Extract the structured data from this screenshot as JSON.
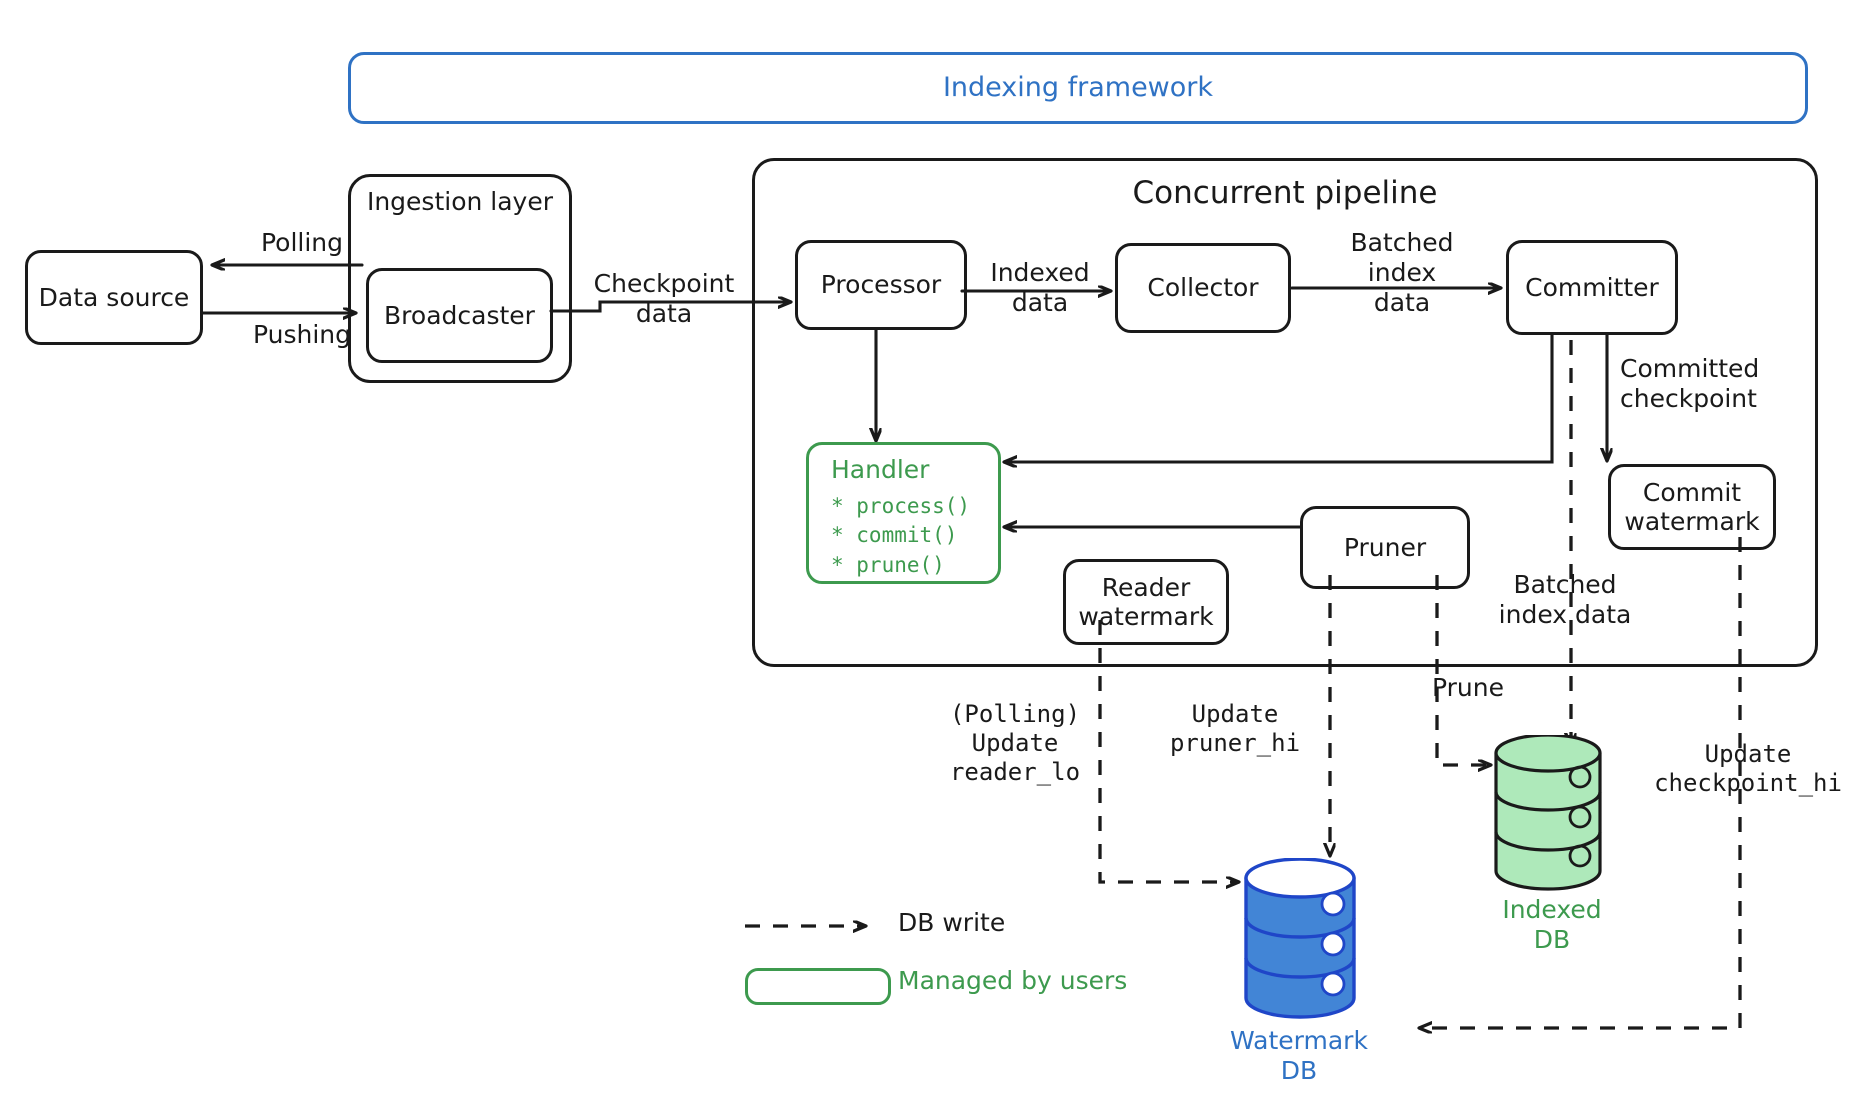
{
  "diagram": {
    "title": "Indexing framework",
    "framework_color": "#2f72c4",
    "user_managed_color": "#3d9a4e",
    "default_color": "#1a1a1a"
  },
  "nodes": {
    "framework": {
      "label": "Indexing framework"
    },
    "data_source": {
      "label": "Data source"
    },
    "ingestion_layer": {
      "label": "Ingestion layer"
    },
    "broadcaster": {
      "label": "Broadcaster"
    },
    "concurrent_pipeline": {
      "label": "Concurrent pipeline"
    },
    "processor": {
      "label": "Processor"
    },
    "collector": {
      "label": "Collector"
    },
    "committer": {
      "label": "Committer"
    },
    "commit_watermark": {
      "line1": "Commit",
      "line2": "watermark"
    },
    "reader_watermark": {
      "line1": "Reader",
      "line2": "watermark"
    },
    "pruner": {
      "label": "Pruner"
    },
    "handler": {
      "title": "Handler",
      "methods": [
        "* process()",
        "* commit()",
        "* prune()"
      ]
    },
    "indexed_db": {
      "line1": "Indexed",
      "line2": "DB",
      "fill": "#aee9ba",
      "stroke": "#1a1a1a",
      "text_color": "#3d9a4e"
    },
    "watermark_db": {
      "line1": "Watermark",
      "line2": "DB",
      "fill": "#4285d6",
      "stroke": "#1f46c8",
      "text_color": "#2f72c4"
    }
  },
  "edge_labels": {
    "polling": "Polling",
    "pushing": "Pushing",
    "checkpoint_data": "Checkpoint\ndata",
    "indexed_data": "Indexed\ndata",
    "batched_index_data_top": "Batched\nindex\ndata",
    "committed_checkpoint": "Committed\ncheckpoint",
    "batched_index_data_bottom": "Batched\nindex data",
    "prune": "Prune",
    "polling_update_reader_lo": "(Polling)\nUpdate\nreader_lo",
    "update_pruner_hi": "Update\npruner_hi",
    "update_checkpoint_hi": "Update\ncheckpoint_hi"
  },
  "legend": {
    "db_write": "DB write",
    "managed_by_users": "Managed by users"
  }
}
